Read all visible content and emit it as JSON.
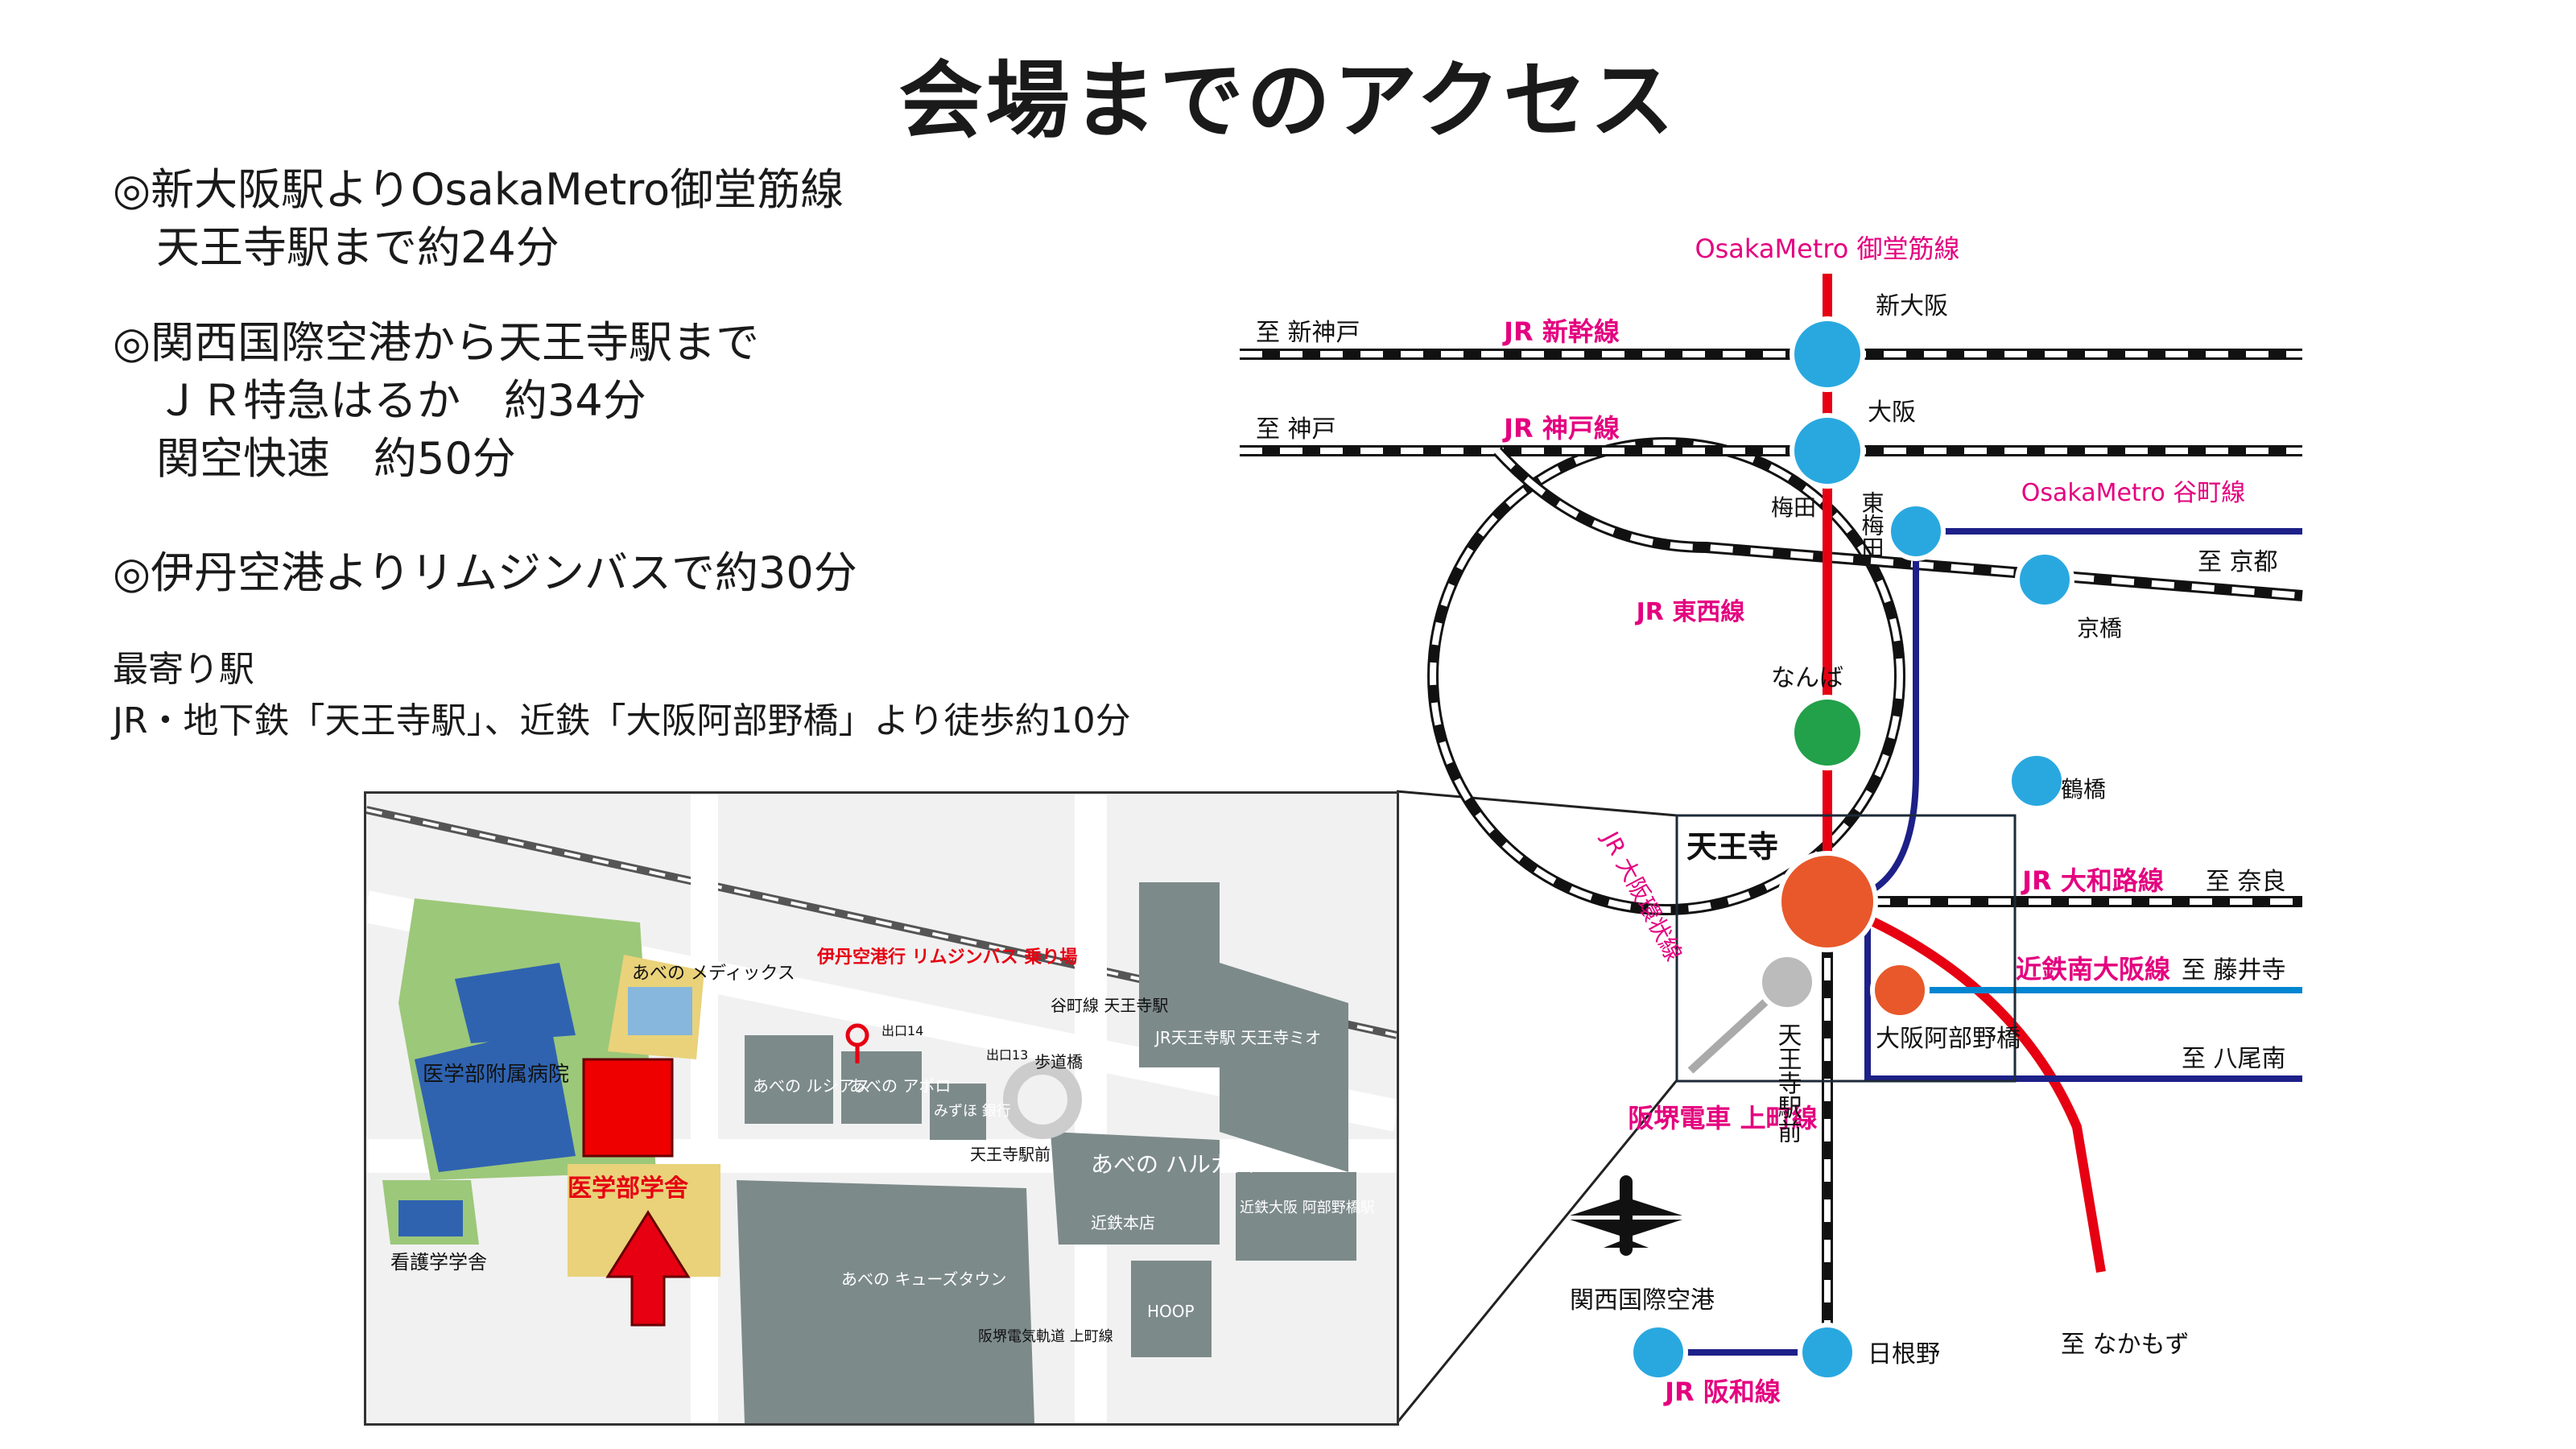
{
  "title": "会場までのアクセス",
  "access": [
    {
      "lines": [
        "◎新大阪駅よりOsakaMetro御堂筋線",
        "　天王寺駅まで約24分"
      ]
    },
    {
      "lines": [
        "◎関西国際空港から天王寺駅まで",
        "　ＪＲ特急はるか　約34分",
        "　関空快速　約50分"
      ]
    },
    {
      "lines": [
        "◎伊丹空港よりリムジンバスで約30分"
      ]
    }
  ],
  "nearest": {
    "heading": "最寄り駅",
    "text": "JR・地下鉄「天王寺駅」、近鉄「大阪阿部野橋」より徒歩約10分"
  },
  "route_map": {
    "lines": {
      "midosuji": "OsakaMetro 御堂筋線",
      "shinkansen": "JR 新幹線",
      "kobe_line": "JR 神戸線",
      "tanimachi": "OsakaMetro 谷町線",
      "tozai": "JR 東西線",
      "loop": "JR 大阪環状線",
      "yamatoji": "JR 大和路線",
      "kintetsu": "近鉄南大阪線",
      "hankai": "阪堺電車 上町線",
      "hanwa": "JR 阪和線"
    },
    "destinations": {
      "shinkobe": "至 新神戸",
      "kobe": "至 神戸",
      "kyoto": "至 京都",
      "nara": "至 奈良",
      "fujiidera": "至 藤井寺",
      "yao": "至 八尾南",
      "nakamozu": "至 なかもず"
    },
    "stations": {
      "shin_osaka": "新大阪",
      "osaka": "大阪",
      "umeda": "梅田",
      "higashi_umeda": "東梅田",
      "kyobashi": "京橋",
      "namba": "なんば",
      "tsuruhashi": "鶴橋",
      "tennoji": "天王寺",
      "abenobashi": "大阪阿部野橋",
      "tennoji_ekimae": "天王寺駅前",
      "kansai_airport": "関西国際空港",
      "hineno": "日根野"
    },
    "colors": {
      "midosuji": "#e60012",
      "tanimachi": "#1d2088",
      "jr_label": "#e4007f",
      "kintetsu_line": "#0086d1",
      "station_blue": "#29a8e0",
      "station_green": "#22a04a",
      "station_orange": "#e8582a"
    }
  },
  "local_map": {
    "labels": {
      "hospital": "医学部附属病院",
      "nursing": "看護学学舎",
      "medical_school": "医学部学舎",
      "medix": "あべの メディックス",
      "limousine": "伊丹空港行 リムジンバス 乗り場",
      "tanimachi_tennoji": "谷町線 天王寺駅",
      "jr_tennoji": "JR天王寺駅 天王寺ミオ",
      "lucias": "あべの ルシアス",
      "apollo": "あべの アポロ",
      "mizuho": "みずほ 銀行",
      "footbridge": "歩道橋",
      "tennojiekimae": "天王寺駅前",
      "harukas": "あべの ハルカス",
      "kintetsu_honten": "近鉄本店",
      "kintetsu_abeno": "近鉄大阪 阿部野橋駅",
      "qs_mall": "あべの キューズタウン",
      "hankai": "阪堺電気軌道 上町線",
      "hoop": "HOOP",
      "exit14": "出口14",
      "exit13": "出口13"
    }
  }
}
